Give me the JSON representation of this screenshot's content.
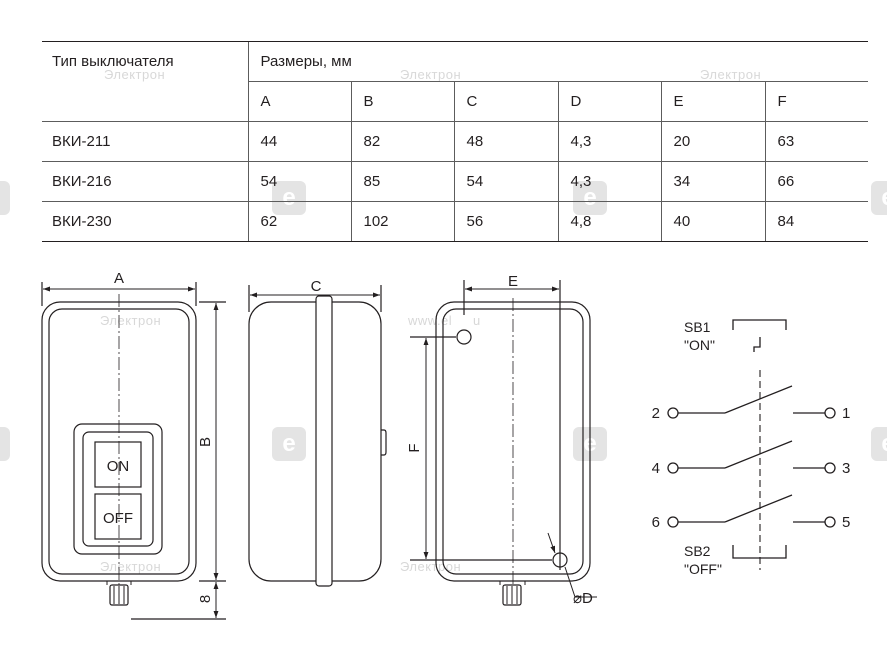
{
  "table": {
    "type_header": "Тип выключателя",
    "dims_header": "Размеры, мм",
    "columns": [
      "A",
      "B",
      "C",
      "D",
      "E",
      "F"
    ],
    "rows": [
      {
        "type": "ВКИ-211",
        "values": [
          "44",
          "82",
          "48",
          "4,3",
          "20",
          "63"
        ]
      },
      {
        "type": "ВКИ-216",
        "values": [
          "54",
          "85",
          "54",
          "4,3",
          "34",
          "66"
        ]
      },
      {
        "type": "ВКИ-230",
        "values": [
          "62",
          "102",
          "56",
          "4,8",
          "40",
          "84"
        ]
      }
    ]
  },
  "front_view": {
    "dim_a": "A",
    "dim_b": "B",
    "dim_8": "8",
    "on_button": "ON",
    "off_button": "OFF"
  },
  "side_view": {
    "dim_c": "C"
  },
  "back_view": {
    "dim_e": "E",
    "dim_f": "F",
    "dim_d": "⌀D"
  },
  "schematic": {
    "sb1_label": "SB1",
    "sb1_state": "\"ON\"",
    "sb2_label": "SB2",
    "sb2_state": "\"OFF\"",
    "terminals_left": [
      "2",
      "4",
      "6"
    ],
    "terminals_right": [
      "1",
      "3",
      "5"
    ]
  },
  "watermarks": {
    "brand": "Электрон",
    "url": "www.el",
    "url_tail": "u",
    "logo_letter": "e"
  }
}
